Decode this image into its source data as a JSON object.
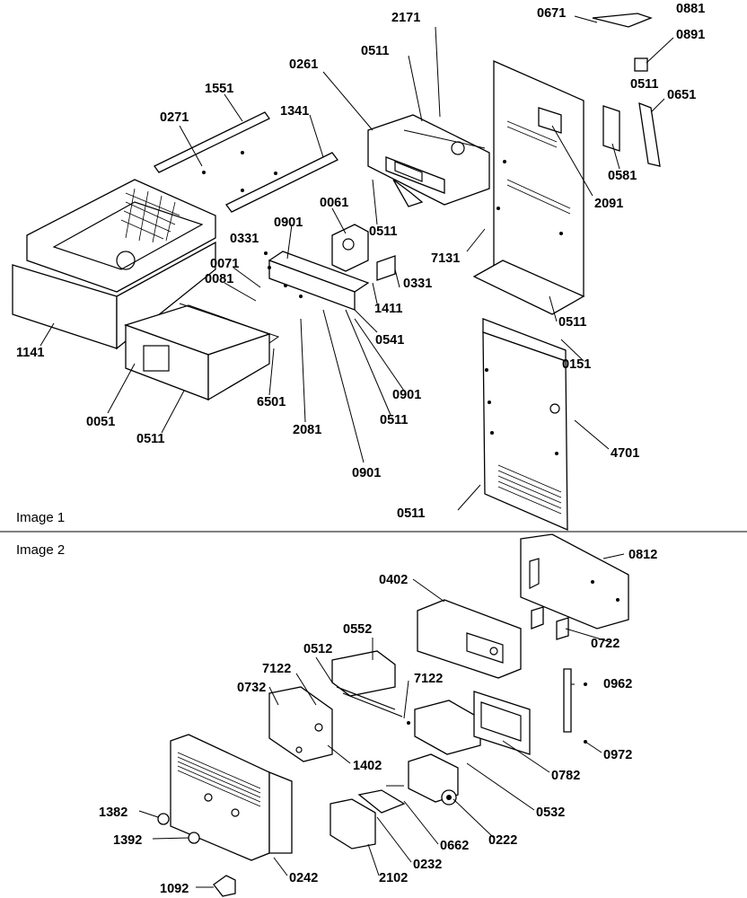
{
  "sections": [
    {
      "name": "image1",
      "title": "Image 1"
    },
    {
      "name": "image2",
      "title": "Image 2"
    }
  ],
  "callouts": [
    {
      "id": "c0671a",
      "text": "0671"
    },
    {
      "id": "c0881",
      "text": "0881"
    },
    {
      "id": "c2171",
      "text": "2171"
    },
    {
      "id": "c0891",
      "text": "0891"
    },
    {
      "id": "c0511a",
      "text": "0511"
    },
    {
      "id": "c0261",
      "text": "0261"
    },
    {
      "id": "c0511b",
      "text": "0511"
    },
    {
      "id": "c0651",
      "text": "0651"
    },
    {
      "id": "c1551",
      "text": "1551"
    },
    {
      "id": "c0271",
      "text": "0271"
    },
    {
      "id": "c1341",
      "text": "1341"
    },
    {
      "id": "c0581",
      "text": "0581"
    },
    {
      "id": "c2091",
      "text": "2091"
    },
    {
      "id": "c0061",
      "text": "0061"
    },
    {
      "id": "c0901a",
      "text": "0901"
    },
    {
      "id": "c0331a",
      "text": "0331"
    },
    {
      "id": "c0511c",
      "text": "0511"
    },
    {
      "id": "c7131",
      "text": "7131"
    },
    {
      "id": "c0071",
      "text": "0071"
    },
    {
      "id": "c0081",
      "text": "0081"
    },
    {
      "id": "c0331b",
      "text": "0331"
    },
    {
      "id": "c1411",
      "text": "1411"
    },
    {
      "id": "c0511d",
      "text": "0511"
    },
    {
      "id": "c0541",
      "text": "0541"
    },
    {
      "id": "c1141",
      "text": "1141"
    },
    {
      "id": "c0151",
      "text": "0151"
    },
    {
      "id": "c0901b",
      "text": "0901"
    },
    {
      "id": "c6501",
      "text": "6501"
    },
    {
      "id": "c0511e",
      "text": "0511"
    },
    {
      "id": "c0051",
      "text": "0051"
    },
    {
      "id": "c2081",
      "text": "2081"
    },
    {
      "id": "c0511f",
      "text": "0511"
    },
    {
      "id": "c4701",
      "text": "4701"
    },
    {
      "id": "c0901c",
      "text": "0901"
    },
    {
      "id": "c0511g",
      "text": "0511"
    },
    {
      "id": "c0812",
      "text": "0812"
    },
    {
      "id": "c0402",
      "text": "0402"
    },
    {
      "id": "c0552",
      "text": "0552"
    },
    {
      "id": "c0722",
      "text": "0722"
    },
    {
      "id": "c0512",
      "text": "0512"
    },
    {
      "id": "c7122a",
      "text": "7122"
    },
    {
      "id": "c7122b",
      "text": "7122"
    },
    {
      "id": "c0732",
      "text": "0732"
    },
    {
      "id": "c0962",
      "text": "0962"
    },
    {
      "id": "c0972",
      "text": "0972"
    },
    {
      "id": "c1402",
      "text": "1402"
    },
    {
      "id": "c0782",
      "text": "0782"
    },
    {
      "id": "c1382",
      "text": "1382"
    },
    {
      "id": "c0532",
      "text": "0532"
    },
    {
      "id": "c1392",
      "text": "1392"
    },
    {
      "id": "c0662",
      "text": "0662"
    },
    {
      "id": "c0222",
      "text": "0222"
    },
    {
      "id": "c0232",
      "text": "0232"
    },
    {
      "id": "c0242",
      "text": "0242"
    },
    {
      "id": "c2102",
      "text": "2102"
    },
    {
      "id": "c1092",
      "text": "1092"
    }
  ]
}
